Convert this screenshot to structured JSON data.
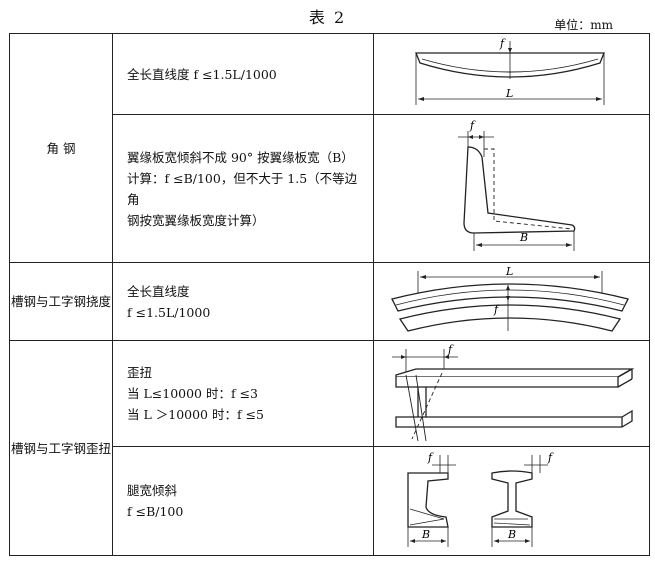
{
  "header": {
    "title": "表  2",
    "unit": "单位：mm"
  },
  "rows": [
    {
      "category": "角    钢",
      "lines": [
        "全长直线度 f ≤1.5L/1000"
      ],
      "fig_label": "L",
      "fig_f": "f"
    },
    {
      "lines": [
        "翼缘板宽倾斜不成 90° 按翼缘板宽（B）",
        "计算：f ≤B/100，但不大于 1.5（不等边角",
        "钢按宽翼缘板宽度计算）"
      ],
      "fig_label": "B",
      "fig_f": "f"
    },
    {
      "category": "槽钢与工字钢挠度",
      "lines": [
        "全长直线度",
        "f ≤1.5L/1000"
      ],
      "fig_label": "L",
      "fig_f": "f"
    },
    {
      "category": "槽钢与工字钢歪扭",
      "lines": [
        "歪扭",
        "当 L≤10000 时：f ≤3",
        "当 L ＞10000 时：f ≤5"
      ],
      "fig_f": "f"
    },
    {
      "lines": [
        "腿宽倾斜",
        "f ≤B/100"
      ],
      "fig_label": "B",
      "fig_f": "f"
    }
  ]
}
